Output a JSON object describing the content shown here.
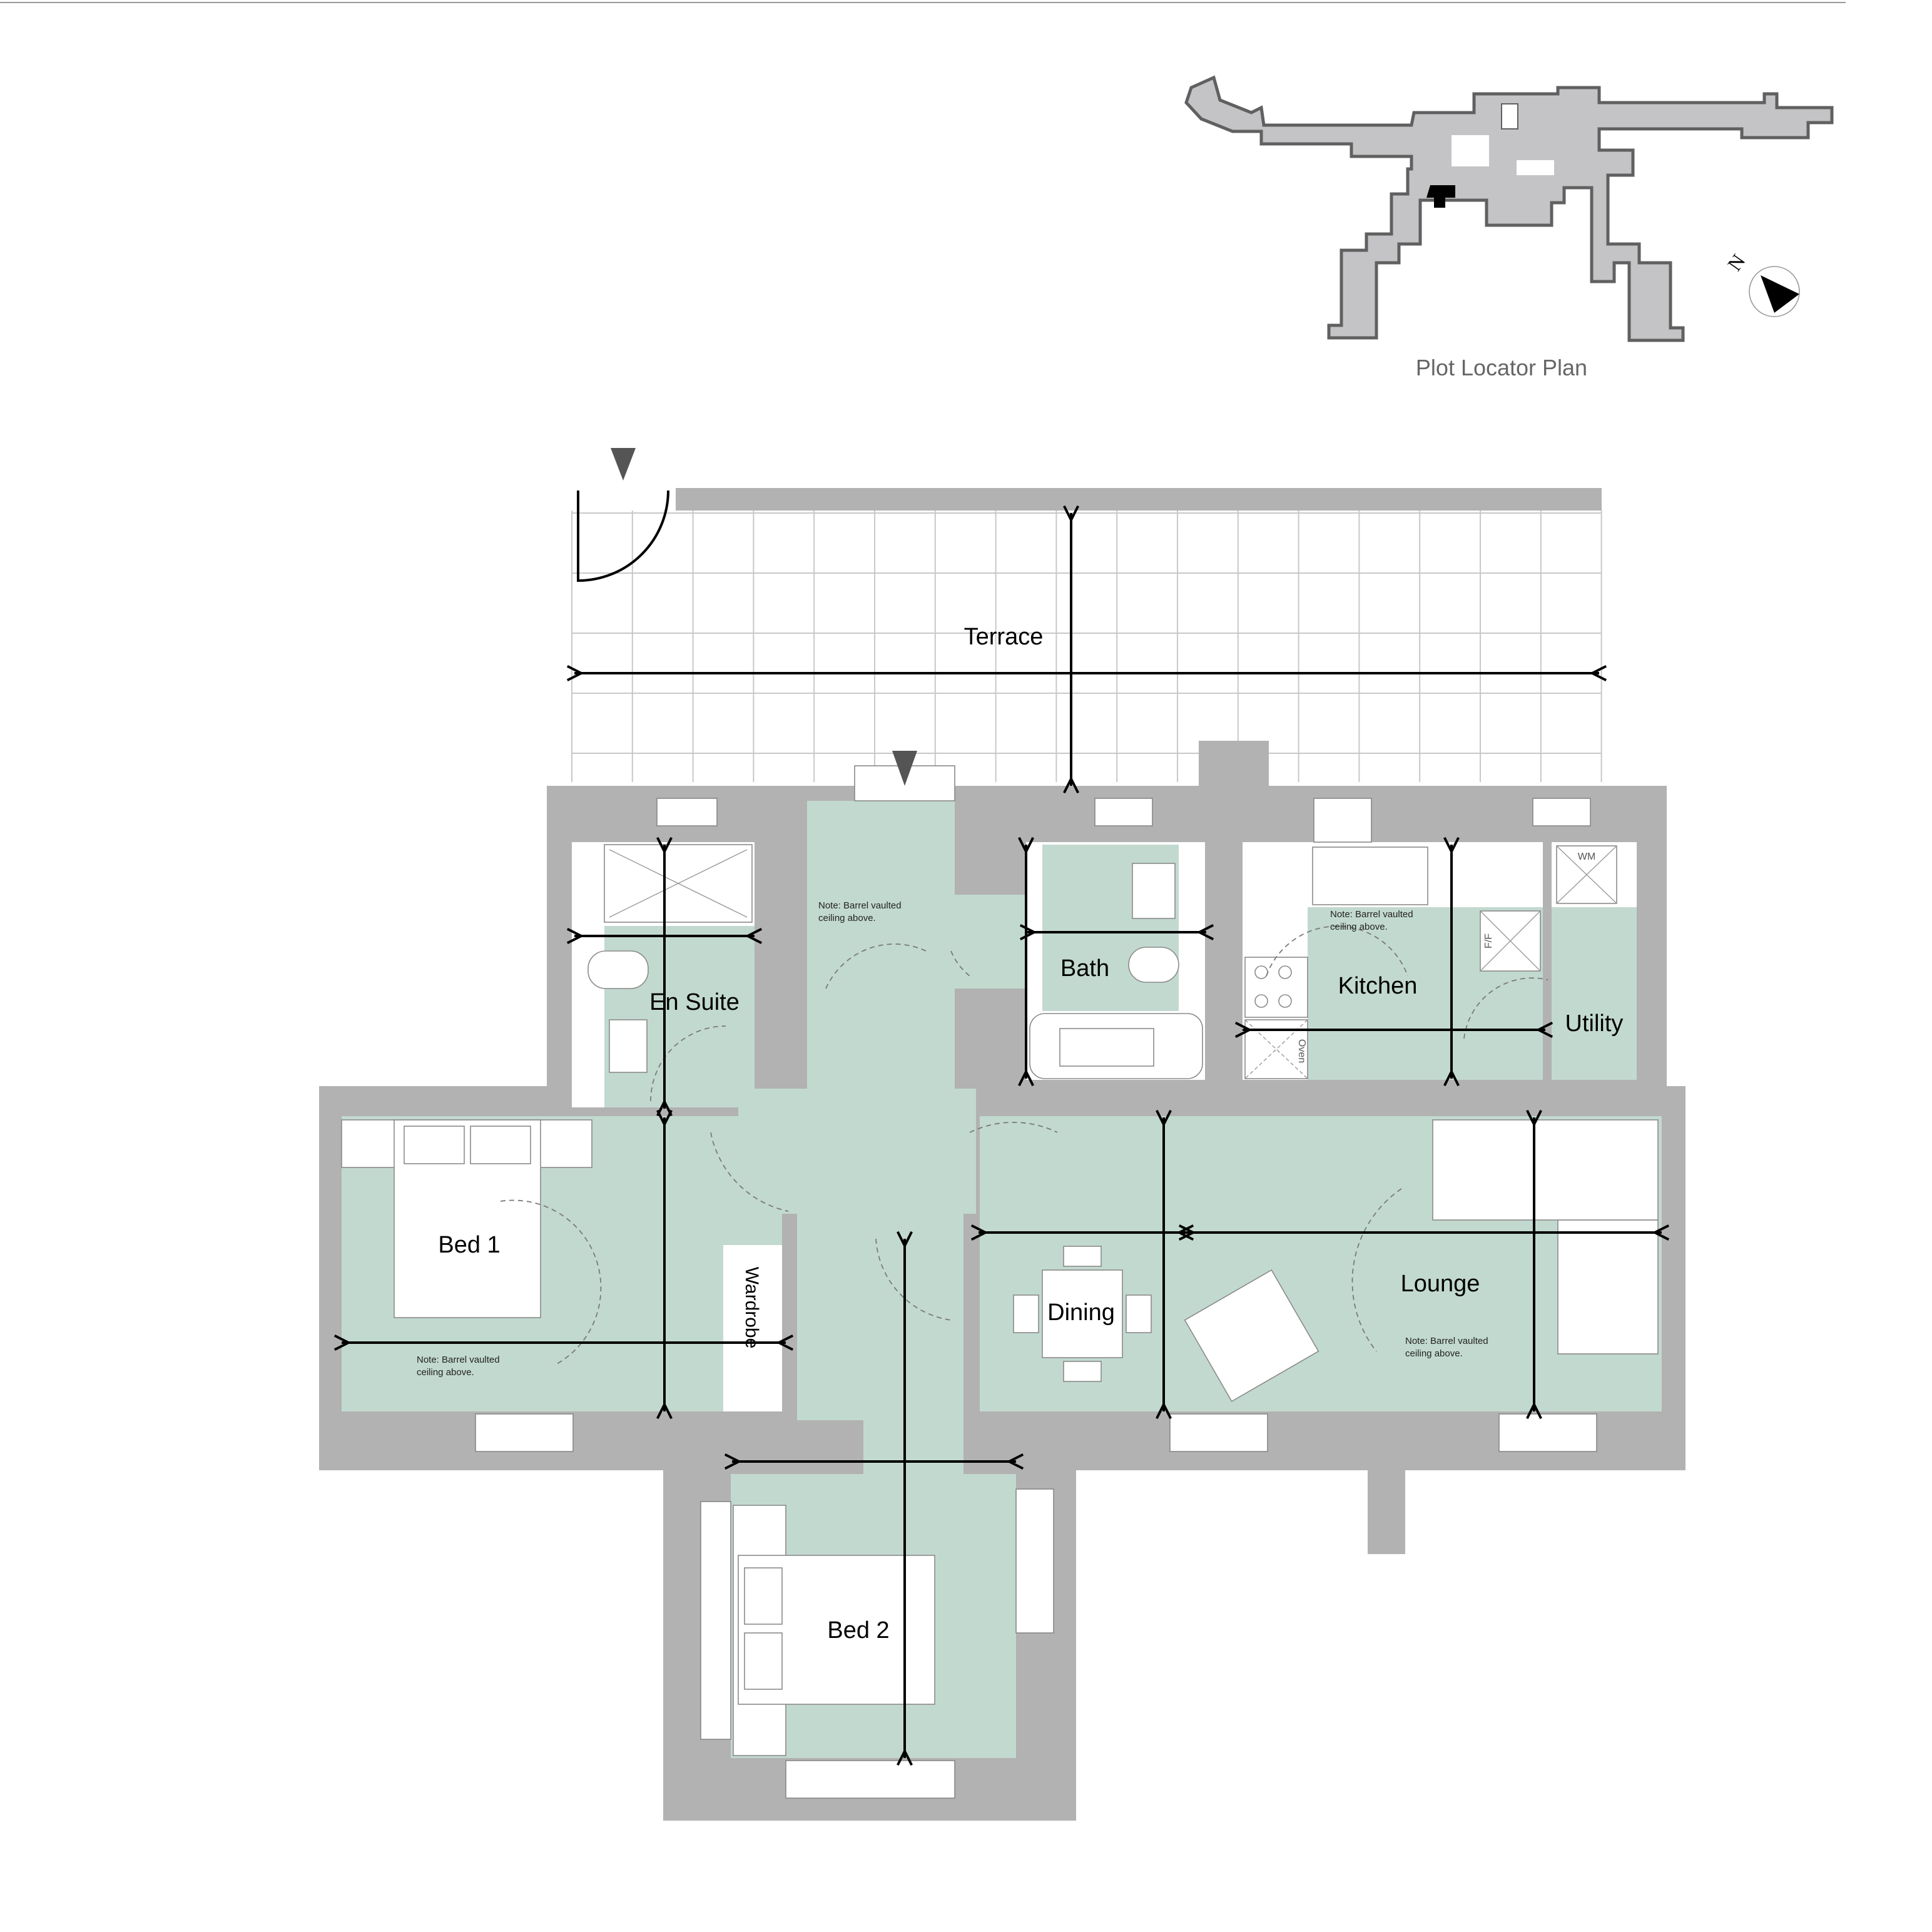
{
  "rooms": {
    "terrace": "Terrace",
    "en_suite": "En Suite",
    "bath": "Bath",
    "kitchen": "Kitchen",
    "utility": "Utility",
    "bed1": "Bed 1",
    "wardrobe": "Wardrobe",
    "dining": "Dining",
    "lounge": "Lounge",
    "bed2": "Bed 2"
  },
  "notes": {
    "line1": "Note: Barrel vaulted",
    "line2": "ceiling above."
  },
  "appliances": {
    "washing_machine": "WM",
    "fridge_freezer": "F/F",
    "oven": "Oven"
  },
  "locator": {
    "title": "Plot Locator Plan",
    "north": "N"
  },
  "colors": {
    "room_fill": "#c2d9cf",
    "wall_fill": "#b2b2b2",
    "locator_fill": "#c4c4c6",
    "plot_highlight": "#000000"
  }
}
